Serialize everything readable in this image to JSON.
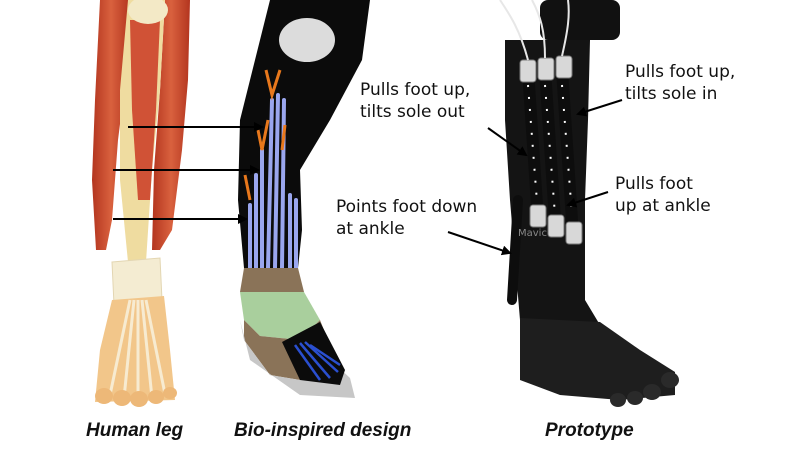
{
  "annotations": {
    "pulls_up_out": [
      "Pulls foot up,",
      "tilts sole out"
    ],
    "pulls_up_in": [
      "Pulls foot up,",
      "tilts sole in"
    ],
    "pulls_up_ankle": [
      "Pulls foot",
      "up at ankle"
    ],
    "points_down": [
      "Points foot down",
      "at ankle"
    ]
  },
  "captions": {
    "human_leg": "Human leg",
    "bio_design": "Bio-inspired design",
    "prototype": "Prototype"
  },
  "prototype_brand_text": "Mavic",
  "colors": {
    "muscle_red": "#c8452f",
    "tendon_cream": "#efdca0",
    "skin": "#f2c68a",
    "suit_black": "#0b0b0b",
    "actuator_blue": "#9aa6ee",
    "tendon_orange": "#e8781c",
    "band_brown": "#8a7358",
    "band_green": "#a9cf9d",
    "shoe_silver": "#c7c7c7",
    "foot_blue": "#2a4fd0"
  },
  "icons": [
    "arrow"
  ]
}
